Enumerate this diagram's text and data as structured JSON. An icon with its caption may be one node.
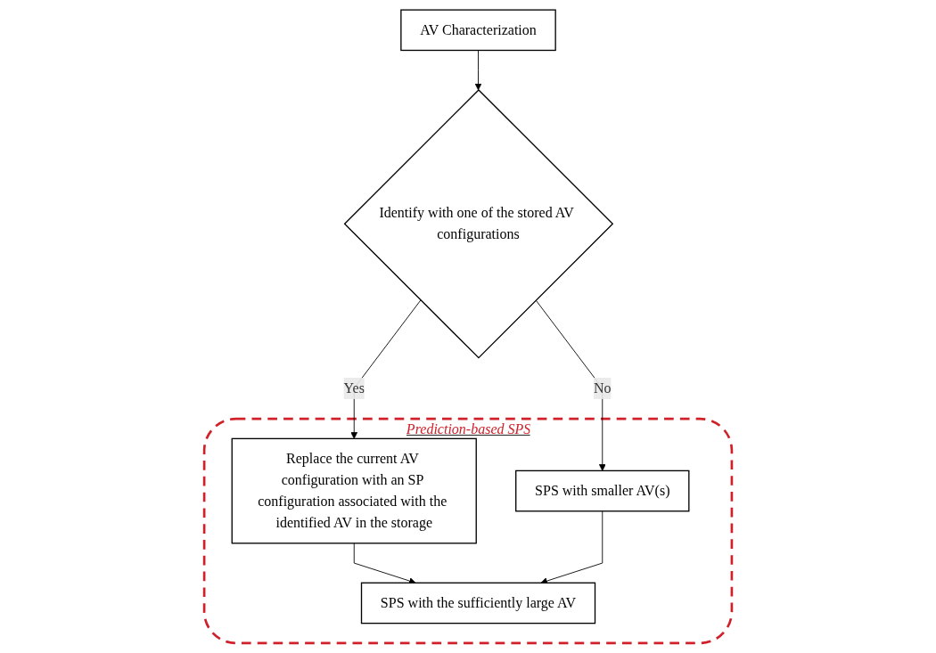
{
  "diagram": {
    "nodes": [
      {
        "text": [
          "AV Characterization"
        ]
      },
      {
        "text": [
          "Identify with one of the stored AV configurations"
        ]
      },
      {
        "text": [
          "Prediction-based SPS"
        ]
      },
      {
        "text": [
          "Replace the current AV configuration with an SP configuration associated with the identified AV in the storage"
        ],
        "in": 2
      },
      {
        "text": [
          "SPS with smaller AV(s)"
        ],
        "in": 2
      },
      {
        "text": [
          "SPS with the sufficiently large AV"
        ],
        "in": 2
      }
    ],
    "edges": [
      {
        "from": 0,
        "to": 1,
        "arrow": "to"
      },
      {
        "from": 1,
        "to": 3,
        "label": "Yes",
        "arrow": "to"
      },
      {
        "from": 1,
        "to": 4,
        "label": "No",
        "arrow": "to"
      },
      {
        "from": 3,
        "to": 5,
        "arrow": "to"
      },
      {
        "from": 4,
        "to": 5,
        "arrow": "to"
      }
    ]
  }
}
